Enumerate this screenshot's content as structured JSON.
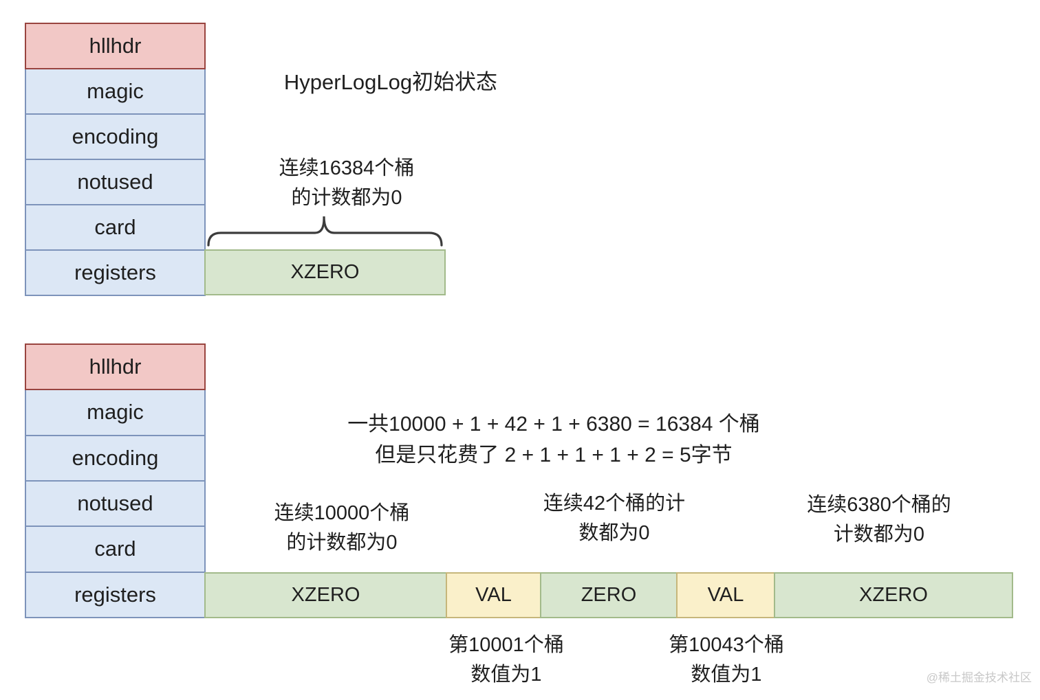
{
  "colors": {
    "header_fill": "#f2c8c6",
    "header_border": "#99443f",
    "field_fill": "#dce7f5",
    "field_border": "#7d93ba",
    "zero_fill": "#d8e6cf",
    "zero_border": "#a2ba8a",
    "val_fill": "#faf0ca",
    "val_border": "#c6b67a",
    "text": "#1f1f1f",
    "watermark": "#c8c8c8"
  },
  "top_diagram": {
    "title": "HyperLogLog初始状态",
    "stack": [
      "hllhdr",
      "magic",
      "encoding",
      "notused",
      "card",
      "registers"
    ],
    "annotation": {
      "line1": "连续16384个桶",
      "line2": "的计数都为0"
    },
    "register_cells": [
      "XZERO"
    ]
  },
  "bottom_diagram": {
    "summary": {
      "line1": "一共10000 + 1 + 42 + 1 + 6380 = 16384 个桶",
      "line2": "但是只花费了 2 + 1 + 1 + 1 + 2 = 5字节"
    },
    "stack": [
      "hllhdr",
      "magic",
      "encoding",
      "notused",
      "card",
      "registers"
    ],
    "annotations": [
      {
        "line1": "连续10000个桶",
        "line2": "的计数都为0"
      },
      {
        "line1": "连续42个桶的计",
        "line2": "数都为0"
      },
      {
        "line1": "连续6380个桶的",
        "line2": "计数都为0"
      }
    ],
    "register_cells": [
      "XZERO",
      "VAL",
      "ZERO",
      "VAL",
      "XZERO"
    ],
    "bucket_labels": [
      {
        "line1": "第10001个桶",
        "line2": "数值为1"
      },
      {
        "line1": "第10043个桶",
        "line2": "数值为1"
      }
    ]
  },
  "watermark": "@稀土掘金技术社区"
}
